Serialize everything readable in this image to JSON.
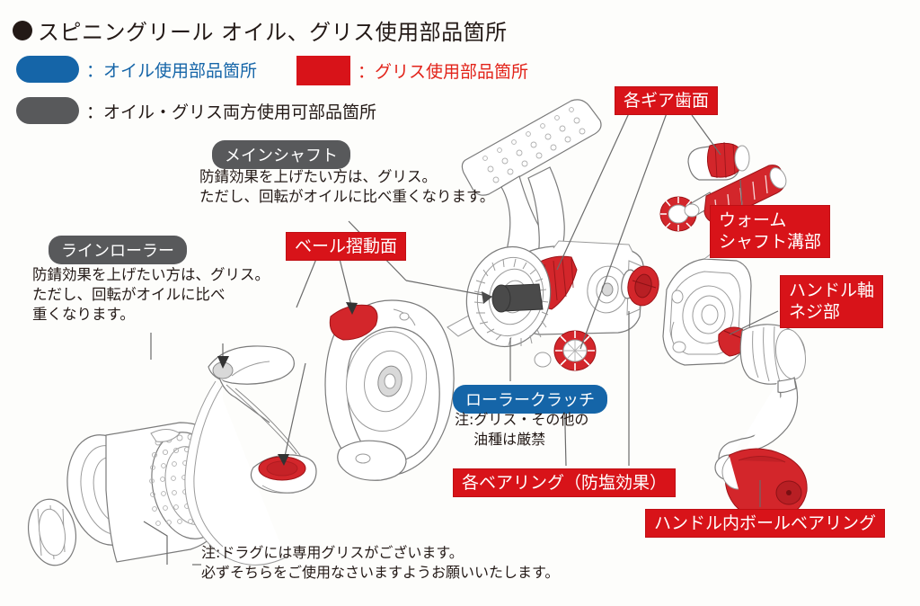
{
  "title": {
    "bullet": "filled-circle-bullet",
    "text": "スピニングリール オイル、グリス使用部品箇所"
  },
  "legend": {
    "items": [
      {
        "swatch": "pill-blue",
        "color": "#1565a8",
        "label": "：オイル使用部品箇所"
      },
      {
        "swatch": "rect-red",
        "color": "#d81319",
        "label": "：グリス使用部品箇所"
      },
      {
        "swatch": "pill-gray",
        "color": "#58595b",
        "label": "：オイル・グリス両方使用可部品箇所"
      }
    ]
  },
  "callouts": {
    "main_shaft": {
      "label": "メインシャフト",
      "style": "gray-pill",
      "lines": [
        "防錆効果を上げたい方は、グリス。",
        "ただし、回転がオイルに比べ重くなります。"
      ]
    },
    "line_roller": {
      "label": "ラインローラー",
      "style": "gray-pill",
      "lines": [
        "防錆効果を上げたい方は、グリス。",
        "ただし、回転がオイルに比べ",
        "重くなります。"
      ]
    },
    "bail_sliding": {
      "label": "ベール摺動面",
      "style": "red-box"
    },
    "gear_teeth": {
      "label": "各ギア歯面",
      "style": "red-box"
    },
    "worm_shaft": {
      "label_line1": "ウォーム",
      "label_line2": "シャフト溝部",
      "style": "red-box"
    },
    "handle_screw": {
      "label_line1": "ハンドル軸",
      "label_line2": "ネジ部",
      "style": "red-box"
    },
    "roller_clutch": {
      "label": "ローラークラッチ",
      "style": "blue-pill",
      "lines": [
        "注:グリス・その他の",
        "　 油種は厳禁"
      ]
    },
    "bearings": {
      "label": "各ベアリング（防塩効果）",
      "style": "red-box"
    },
    "handle_ball_bearing": {
      "label": "ハンドル内ボールベアリング",
      "style": "red-box"
    }
  },
  "notes": {
    "drag": [
      "注:ドラグには専用グリスがございます。",
      "必ずそちらをご使用なさいますようお願いいたします。"
    ]
  },
  "colors": {
    "red": "#d81319",
    "blue": "#1565a8",
    "gray": "#58595b",
    "ink": "#231916",
    "background": "#fdfdfb"
  }
}
